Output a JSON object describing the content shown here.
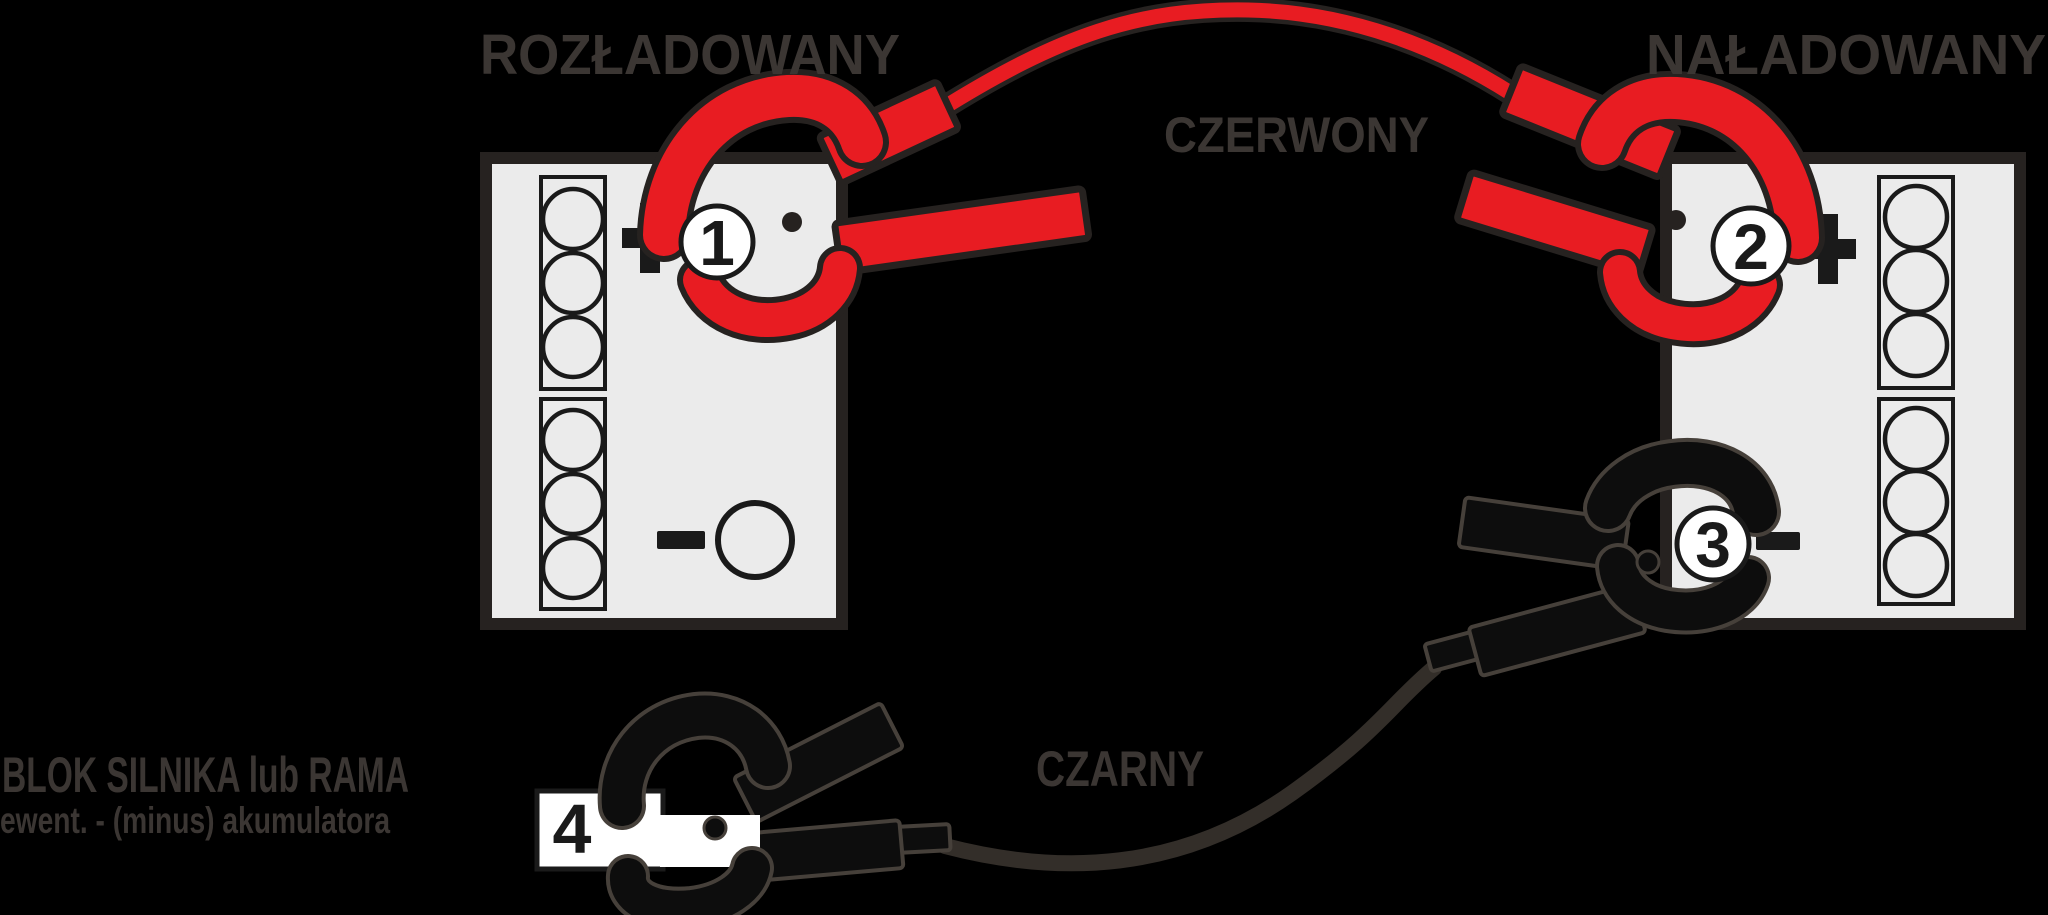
{
  "colors": {
    "background": "#000000",
    "battery_fill": "#ebebeb",
    "outline": "#262220",
    "cell_stroke": "#1a1a1a",
    "symbol": "#1a1a1a",
    "red": "#e81c22",
    "black_part": "#0d0d0d",
    "black_edge": "#46403a",
    "cable_black": "#332e29",
    "badge_fill": "#ffffff",
    "label_text": "#3b3633"
  },
  "batteries": {
    "left": {
      "label": "ROZŁADOWANY",
      "positive_symbol": "+",
      "negative_symbol": "−"
    },
    "right": {
      "label": "NAŁADOWANY",
      "positive_symbol": "+",
      "negative_symbol": "−"
    }
  },
  "cables": {
    "red": {
      "label": "CZERWONY"
    },
    "black": {
      "label": "CZARNY"
    }
  },
  "ground": {
    "line1": "BLOK SILNIKA lub RAMA",
    "line2": "ewent. - (minus) akumulatora"
  },
  "steps": {
    "s1": "1",
    "s2": "2",
    "s3": "3",
    "s4": "4"
  }
}
